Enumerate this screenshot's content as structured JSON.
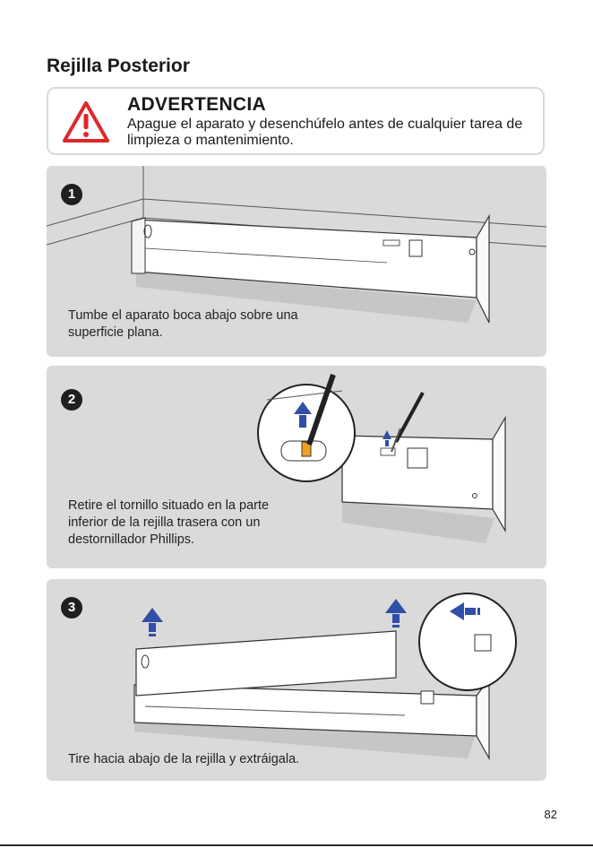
{
  "page": {
    "title": "Rejilla Posterior",
    "page_number": "82"
  },
  "warning": {
    "title": "ADVERTENCIA",
    "text": "Apague el aparato y desenchúfelo antes de cualquier tarea de limpieza o mantenimiento.",
    "icon": "warning-triangle-icon",
    "color": "#e0262b"
  },
  "steps": [
    {
      "number": "1",
      "text": "Tumbe el aparato boca abajo sobre una superficie plana."
    },
    {
      "number": "2",
      "text": "Retire el tornillo situado en la parte inferior de la rejilla trasera con un destornillador Phillips."
    },
    {
      "number": "3",
      "text": "Tire hacia abajo de la rejilla y extráigala."
    }
  ],
  "colors": {
    "panel": "#dadada",
    "arrow": "#2f4fa8"
  }
}
